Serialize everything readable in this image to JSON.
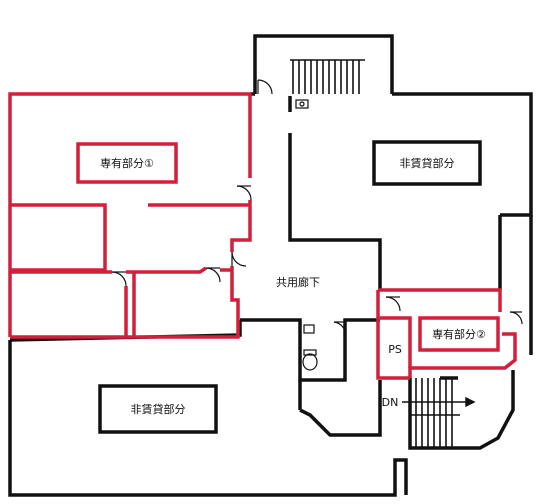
{
  "labels": {
    "exclusive_1": "専有部分①",
    "exclusive_2": "専有部分②",
    "non_rental_upper": "非賃貸部分",
    "non_rental_lower": "非賃貸部分",
    "corridor": "共用廊下",
    "ps": "PS",
    "down": "DN"
  },
  "colors": {
    "wall": "#111111",
    "exclusive_wall": "#d21f3c",
    "label_text": "#111111"
  }
}
